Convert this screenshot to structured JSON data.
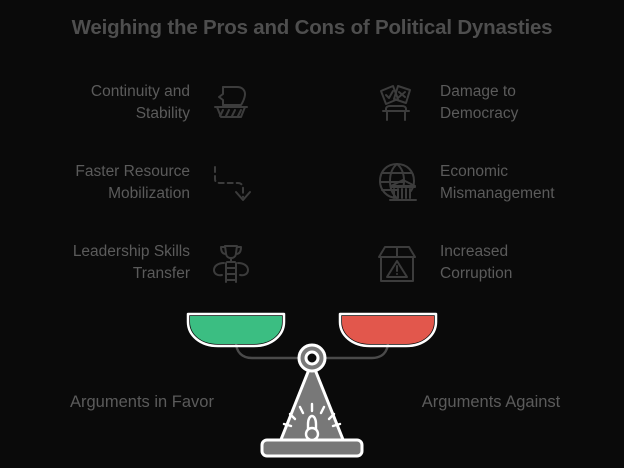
{
  "title": "Weighing the Pros and Cons of Political Dynasties",
  "colors": {
    "background": "#0a0a0a",
    "text": "#5b5b5b",
    "title_text": "#4e4e4e",
    "icon_stroke": "#3c3c3c",
    "pan_favor": "#3bbe82",
    "pan_against": "#e2574c",
    "stand_fill": "#787878",
    "stand_outline": "#ffffff",
    "beam": "#4a4a4a"
  },
  "pros": {
    "side_label": "Arguments in Favor",
    "items": [
      {
        "label": "Continuity and\nStability",
        "icon": "sailboat-icon"
      },
      {
        "label": "Faster Resource\nMobilization",
        "icon": "dashed-arrow-icon"
      },
      {
        "label": "Leadership Skills\nTransfer",
        "icon": "trophy-ladder-icon"
      }
    ]
  },
  "cons": {
    "side_label": "Arguments Against",
    "items": [
      {
        "label": "Damage to\nDemocracy",
        "icon": "ballot-box-icon"
      },
      {
        "label": "Economic\nMismanagement",
        "icon": "globe-bank-icon"
      },
      {
        "label": "Increased\nCorruption",
        "icon": "box-warning-icon"
      }
    ]
  },
  "scale": {
    "name": "balance-scale",
    "left_pan_label": "Arguments in Favor",
    "right_pan_label": "Arguments Against"
  }
}
